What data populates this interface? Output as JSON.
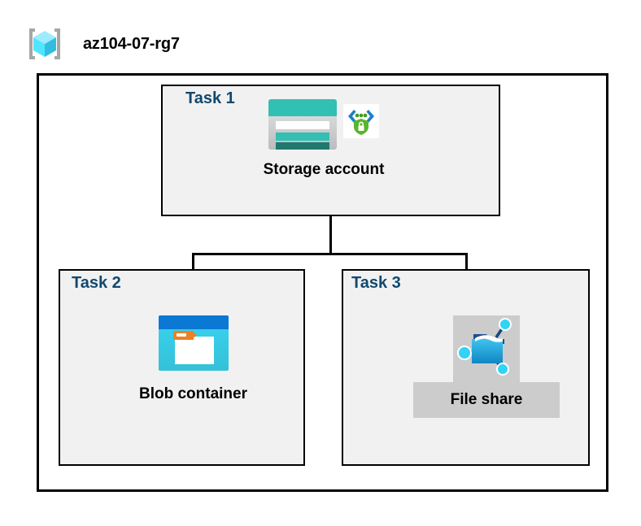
{
  "diagram": {
    "type": "azure-architecture",
    "resource_group": {
      "name": "az104-07-rg7",
      "icon": "resource-group-cube-icon"
    },
    "tasks": [
      {
        "id": "task1",
        "label": "Task 1",
        "node_caption": "Storage account",
        "icons": [
          "storage-account-icon",
          "security-encryption-icon"
        ],
        "highlighted": false
      },
      {
        "id": "task2",
        "label": "Task 2",
        "node_caption": "Blob container",
        "icons": [
          "blob-container-icon"
        ],
        "highlighted": false
      },
      {
        "id": "task3",
        "label": "Task 3",
        "node_caption": "File share",
        "icons": [
          "file-share-icon"
        ],
        "highlighted": true
      }
    ],
    "connections": [
      {
        "from": "Storage account",
        "to": "Blob container"
      },
      {
        "from": "Storage account",
        "to": "File share"
      }
    ],
    "colors": {
      "task_label": "#11486f",
      "task_box_fill": "#f1f1f1",
      "border": "#000000",
      "highlight": "#cccccc",
      "storage_teal": "#32bfb4",
      "storage_teal_dark": "#21786f",
      "blob_blue": "#0b78d4",
      "blob_cyan": "#3ad3f0",
      "blob_orange": "#ef8022",
      "security_green": "#5ab52b",
      "fileshare_blue": "#32b4e4",
      "resource_group_cyan": "#50e6ff"
    }
  }
}
